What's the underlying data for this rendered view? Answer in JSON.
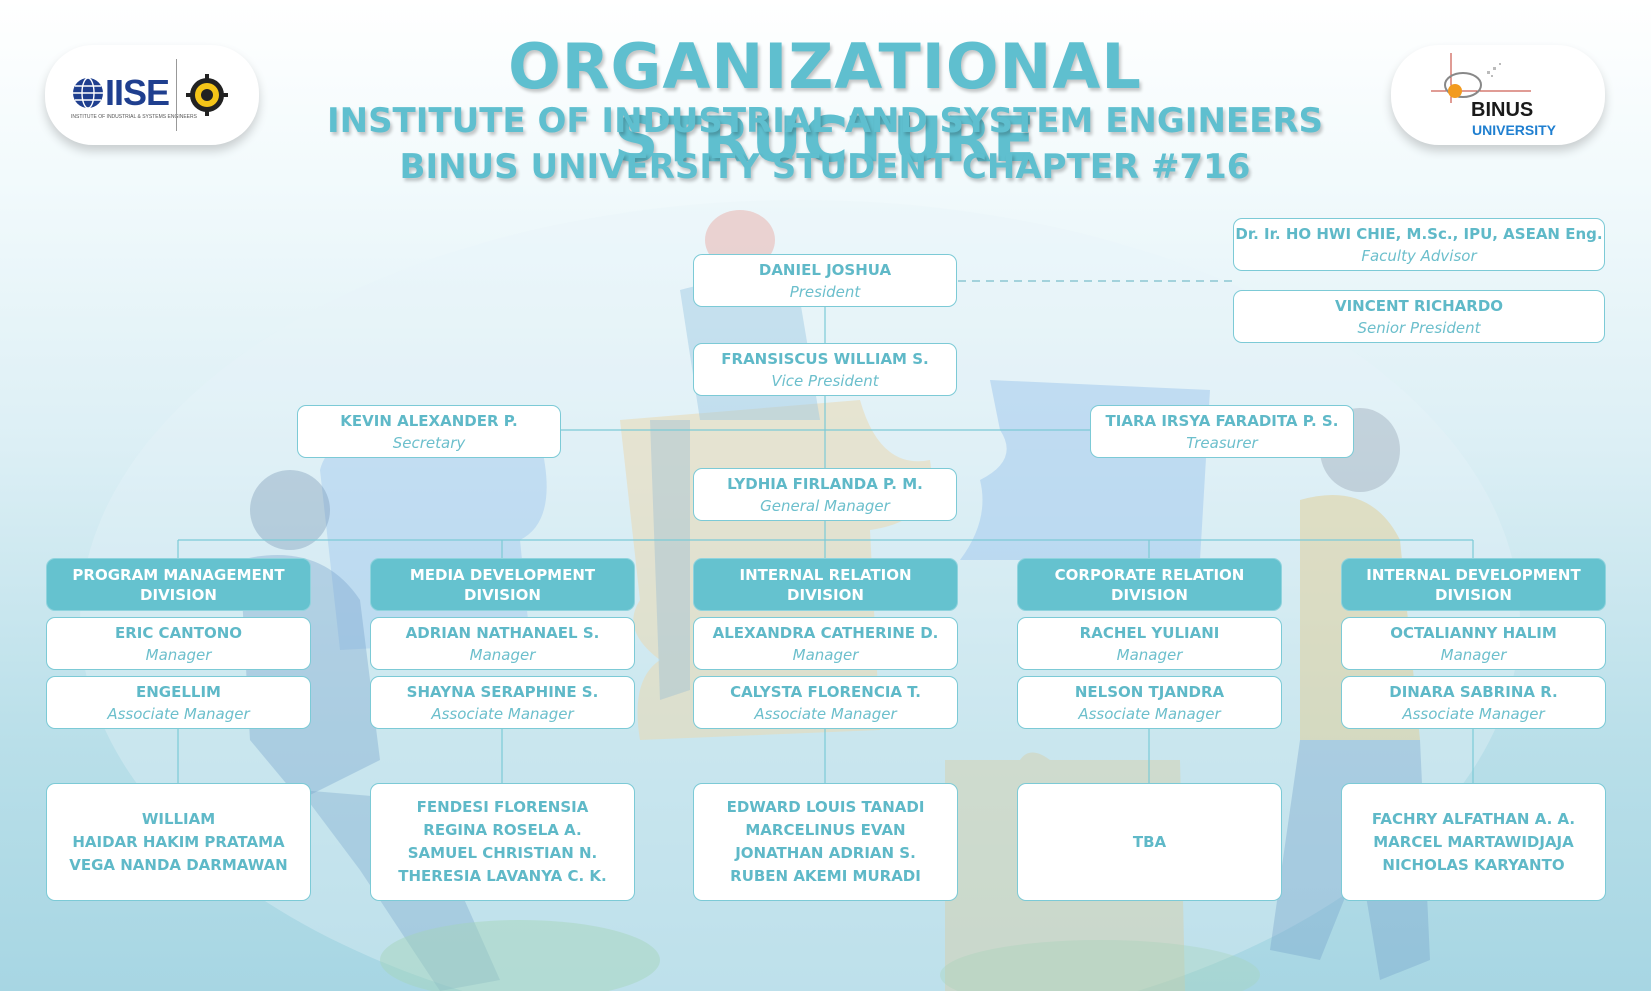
{
  "header": {
    "title": "ORGANIZATIONAL STRUCTURE",
    "subtitle1": "INSTITUTE OF INDUSTRIAL AND SYSTEM ENGINEERS",
    "subtitle2": "BINUS UNIVERSITY STUDENT CHAPTER #716"
  },
  "logos": {
    "iise_text": "IISE",
    "iise_tagline": "INSTITUTE OF INDUSTRIAL & SYSTEMS ENGINEERS",
    "binus_line1": "BINUS",
    "binus_line2": "UNIVERSITY"
  },
  "colors": {
    "accent": "#65c2cf",
    "text": "#5fb9c8",
    "iise_blue": "#1f3f8f",
    "binus_orange": "#f29a1f"
  },
  "leaders": {
    "president": {
      "name": "DANIEL JOSHUA",
      "role": "President"
    },
    "advisor": {
      "name": "Dr. Ir. HO HWI CHIE, M.Sc., IPU, ASEAN Eng.",
      "role": "Faculty Advisor"
    },
    "senior": {
      "name": "VINCENT RICHARDO",
      "role": "Senior President"
    },
    "vice": {
      "name": "FRANSISCUS WILLIAM S.",
      "role": "Vice President"
    },
    "secretary": {
      "name": "KEVIN ALEXANDER P.",
      "role": "Secretary"
    },
    "treasurer": {
      "name": "TIARA IRSYA FARADITA P. S.",
      "role": "Treasurer"
    },
    "gm": {
      "name": "LYDHIA FIRLANDA P. M.",
      "role": "General Manager"
    }
  },
  "divisions": [
    {
      "line1": "PROGRAM MANAGEMENT",
      "line2": "DIVISION",
      "manager": {
        "name": "ERIC CANTONO",
        "role": "Manager"
      },
      "associate": {
        "name": "ENGELLIM",
        "role": "Associate Manager"
      },
      "members": [
        "WILLIAM",
        "HAIDAR HAKIM PRATAMA",
        "VEGA NANDA DARMAWAN"
      ]
    },
    {
      "line1": "MEDIA DEVELOPMENT",
      "line2": "DIVISION",
      "manager": {
        "name": "ADRIAN NATHANAEL S.",
        "role": "Manager"
      },
      "associate": {
        "name": "SHAYNA SERAPHINE S.",
        "role": "Associate Manager"
      },
      "members": [
        "FENDESI FLORENSIA",
        "REGINA ROSELA A.",
        "SAMUEL CHRISTIAN N.",
        "THERESIA LAVANYA C. K."
      ]
    },
    {
      "line1": "INTERNAL RELATION",
      "line2": "DIVISION",
      "manager": {
        "name": "ALEXANDRA CATHERINE D.",
        "role": "Manager"
      },
      "associate": {
        "name": "CALYSTA FLORENCIA T.",
        "role": "Associate Manager"
      },
      "members": [
        "EDWARD LOUIS TANADI",
        "MARCELINUS EVAN",
        "JONATHAN ADRIAN S.",
        "RUBEN AKEMI MURADI"
      ]
    },
    {
      "line1": "CORPORATE RELATION",
      "line2": "DIVISION",
      "manager": {
        "name": "RACHEL YULIANI",
        "role": "Manager"
      },
      "associate": {
        "name": "NELSON TJANDRA",
        "role": "Associate Manager"
      },
      "members": [
        "TBA"
      ]
    },
    {
      "line1": "INTERNAL DEVELOPMENT",
      "line2": "DIVISION",
      "manager": {
        "name": "OCTALIANNY HALIM",
        "role": "Manager"
      },
      "associate": {
        "name": "DINARA SABRINA R.",
        "role": "Associate Manager"
      },
      "members": [
        "FACHRY ALFATHAN A. A.",
        "MARCEL MARTAWIDJAJA",
        "NICHOLAS KARYANTO"
      ]
    }
  ]
}
